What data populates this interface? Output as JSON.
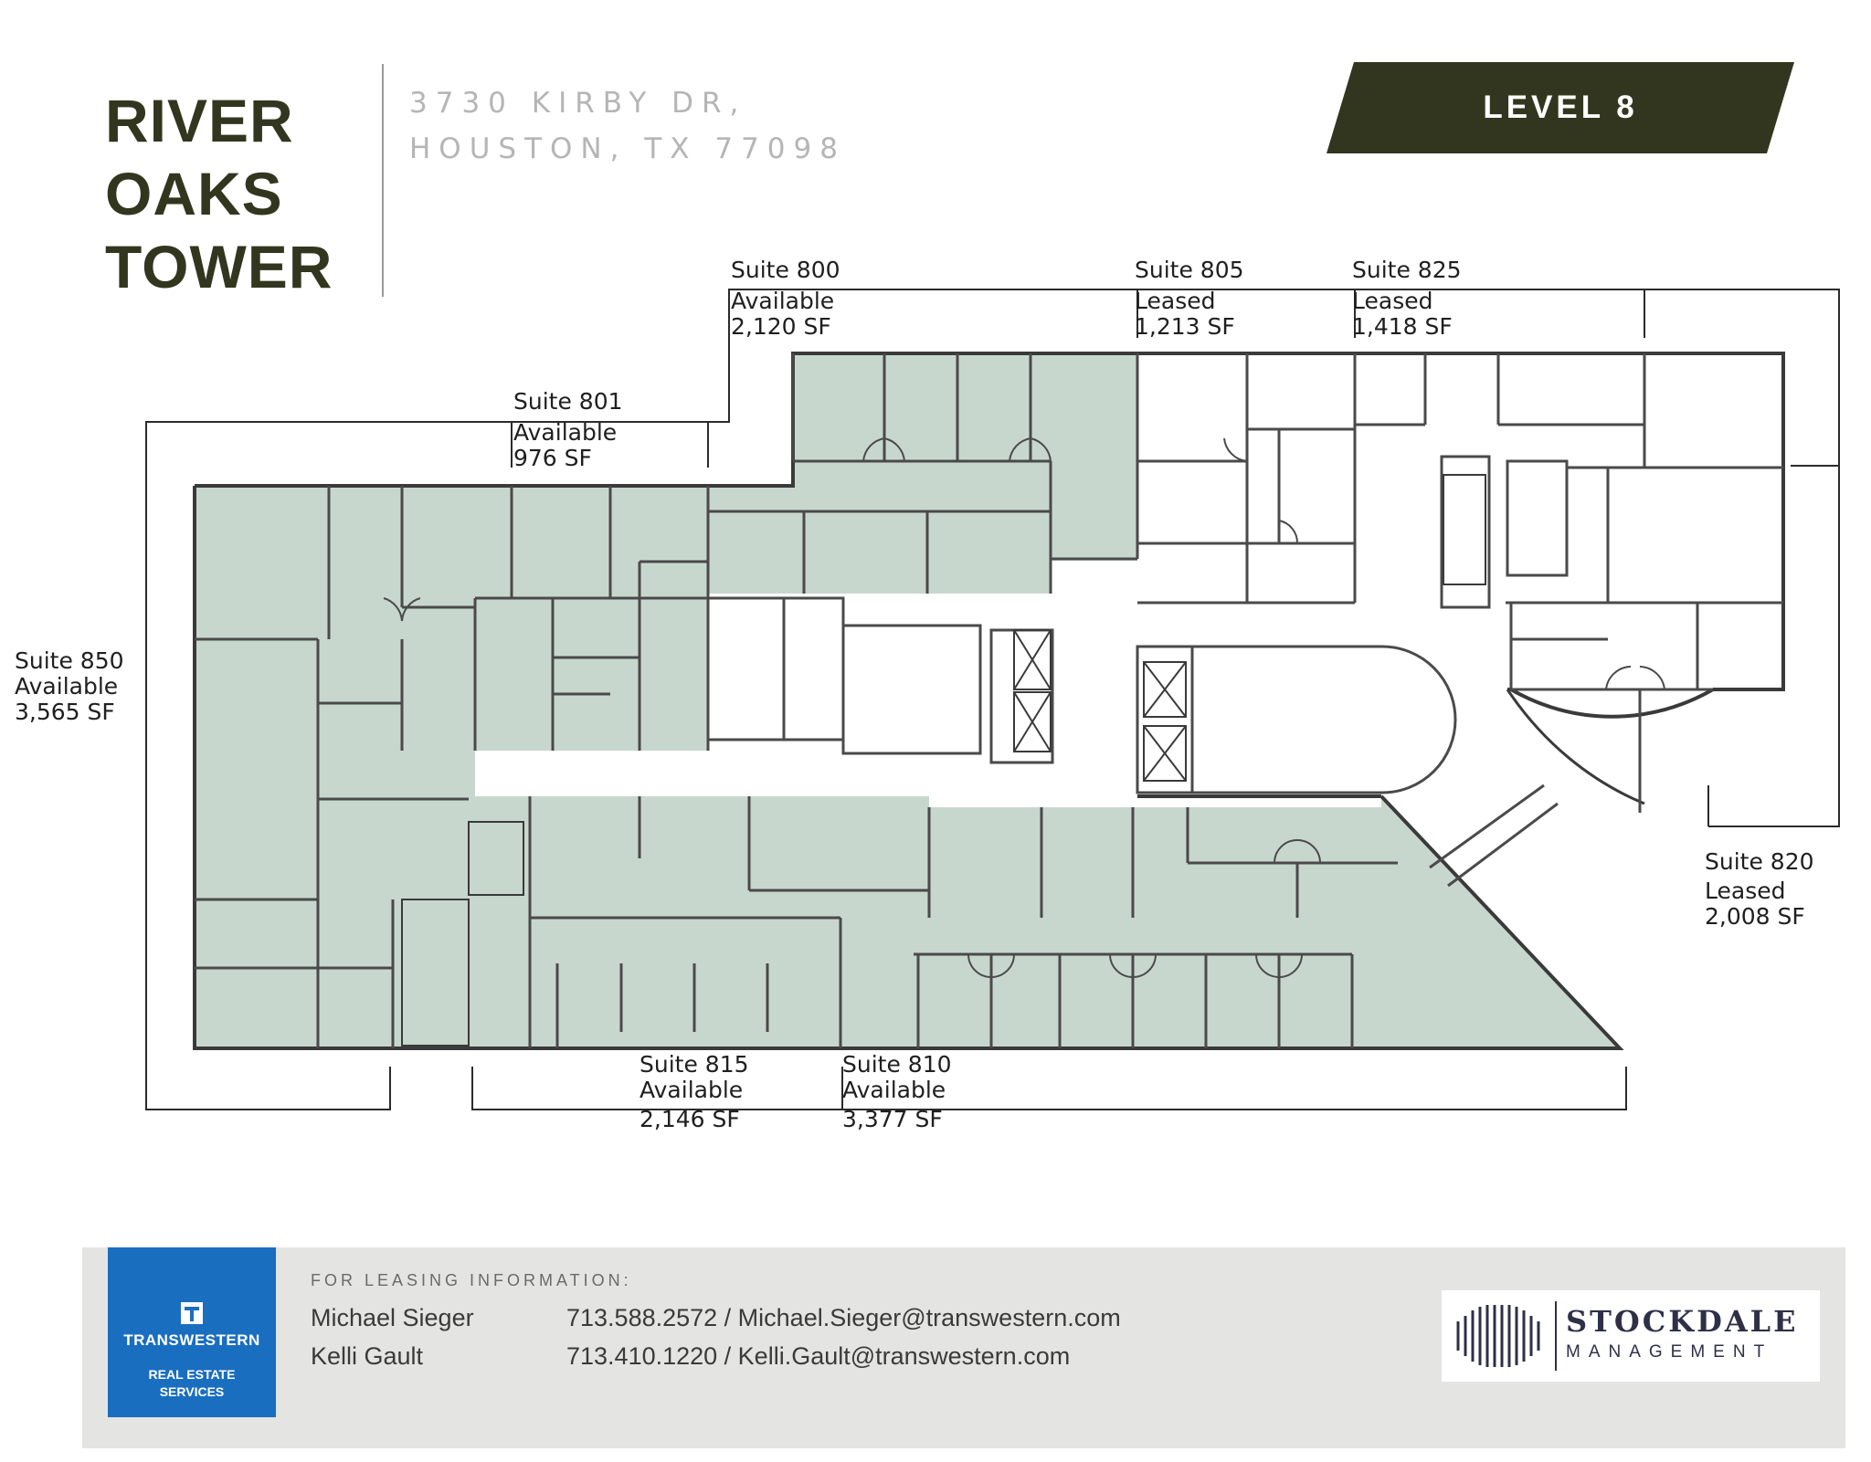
{
  "building": {
    "title_lines": [
      "RIVER",
      "OAKS",
      "TOWER"
    ],
    "address_lines": [
      "3730 KIRBY DR,",
      "HOUSTON, TX 77098"
    ],
    "level": "LEVEL 8"
  },
  "colors": {
    "available_fill": "#c8d7cd",
    "badge": "#33361f",
    "brand_blue": "#1a6ec0"
  },
  "suites": [
    {
      "name": "Suite 800",
      "status": "Available",
      "area": "2,120 SF"
    },
    {
      "name": "Suite 805",
      "status": "Leased",
      "area": "1,213 SF"
    },
    {
      "name": "Suite 825",
      "status": "Leased",
      "area": "1,418 SF"
    },
    {
      "name": "Suite 801",
      "status": "Available",
      "area": "976 SF"
    },
    {
      "name": "Suite 850",
      "status": "Available",
      "area": "3,565 SF"
    },
    {
      "name": "Suite 820",
      "status": "Leased",
      "area": "2,008 SF"
    },
    {
      "name": "Suite 815",
      "status": "Available",
      "area": "2,146 SF"
    },
    {
      "name": "Suite 810",
      "status": "Available",
      "area": "3,377 SF"
    }
  ],
  "footer": {
    "leasing_heading": "FOR LEASING INFORMATION:",
    "contacts": [
      {
        "name": "Michael Sieger",
        "detail": "713.588.2572 / Michael.Sieger@transwestern.com"
      },
      {
        "name": "Kelli Gault",
        "detail": "713.410.1220 / Kelli.Gault@transwestern.com"
      }
    ],
    "transwestern": {
      "name": "TRANSWESTERN",
      "sub_lines": [
        "REAL ESTATE",
        "SERVICES"
      ]
    },
    "stockdale": {
      "name": "STOCKDALE",
      "sub": "MANAGEMENT"
    }
  }
}
